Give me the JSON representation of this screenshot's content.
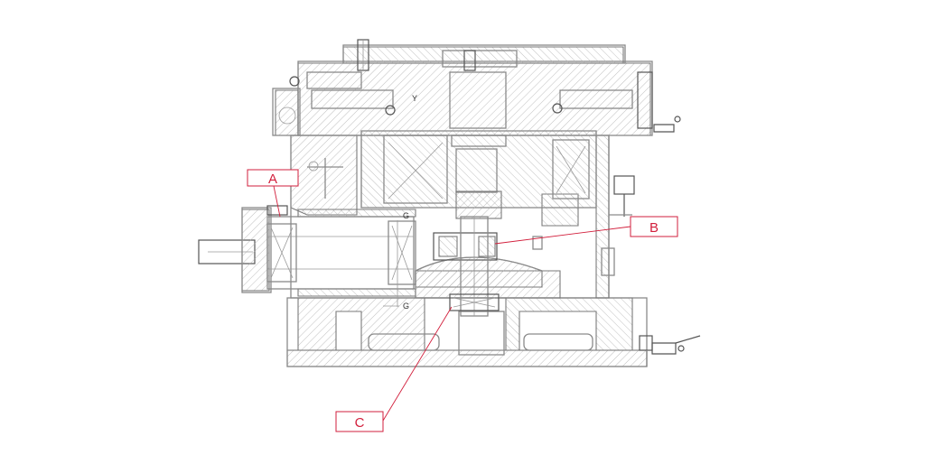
{
  "colors": {
    "callout": "#d21f3c",
    "linework": "#8a8a8a",
    "background": "#ffffff"
  },
  "callouts": [
    {
      "id": "A",
      "label": "A"
    },
    {
      "id": "B",
      "label": "B"
    },
    {
      "id": "C",
      "label": "C"
    }
  ],
  "marks": {
    "y": "Y",
    "g_upper": "G",
    "g_lower": "G"
  }
}
